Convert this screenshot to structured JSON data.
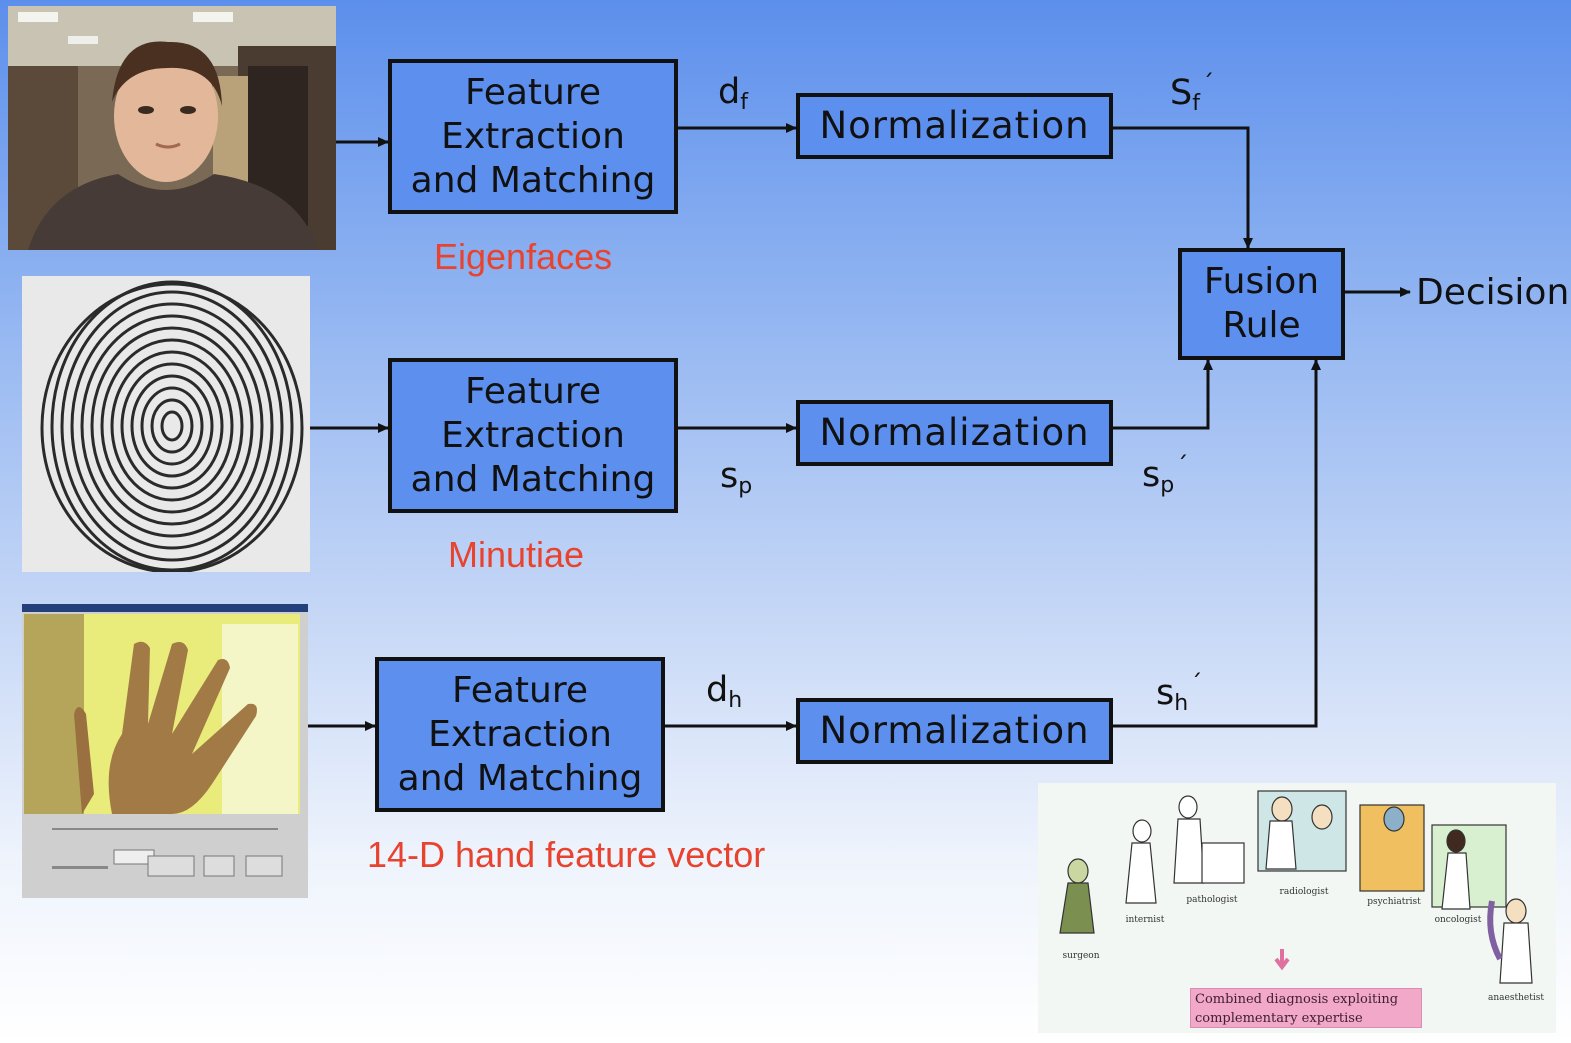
{
  "boxes": {
    "feature_face": [
      "Feature",
      "Extraction",
      "and Matching"
    ],
    "feature_finger": [
      "Feature",
      "Extraction",
      "and Matching"
    ],
    "feature_hand": [
      "Feature",
      "Extraction",
      "and Matching"
    ],
    "normalization": "Normalization",
    "fusion": [
      "Fusion",
      "Rule"
    ]
  },
  "labels": {
    "d_f": {
      "base": "d",
      "sub": "f"
    },
    "s_p": {
      "base": "s",
      "sub": "p"
    },
    "d_h": {
      "base": "d",
      "sub": "h"
    },
    "S_f_prime": {
      "base": "S",
      "sub": "f",
      "sup": "´"
    },
    "s_p_prime": {
      "base": "s",
      "sub": "p",
      "sup": "´"
    },
    "s_h_prime": {
      "base": "s",
      "sub": "h",
      "sup": "´"
    }
  },
  "methods": {
    "face": "Eigenfaces",
    "finger": "Minutiae",
    "hand": "14-D hand feature vector"
  },
  "decision": "Decision",
  "inset": {
    "roles": [
      "surgeon",
      "internist",
      "pathologist",
      "radiologist",
      "psychiatrist",
      "oncologist",
      "anaesthetist"
    ],
    "caption": "Combined diagnosis exploiting complementary expertise"
  },
  "colors": {
    "box_fill": "#5d90ee",
    "method_text": "#e8432e",
    "caption_fill": "#f2a8c9"
  }
}
